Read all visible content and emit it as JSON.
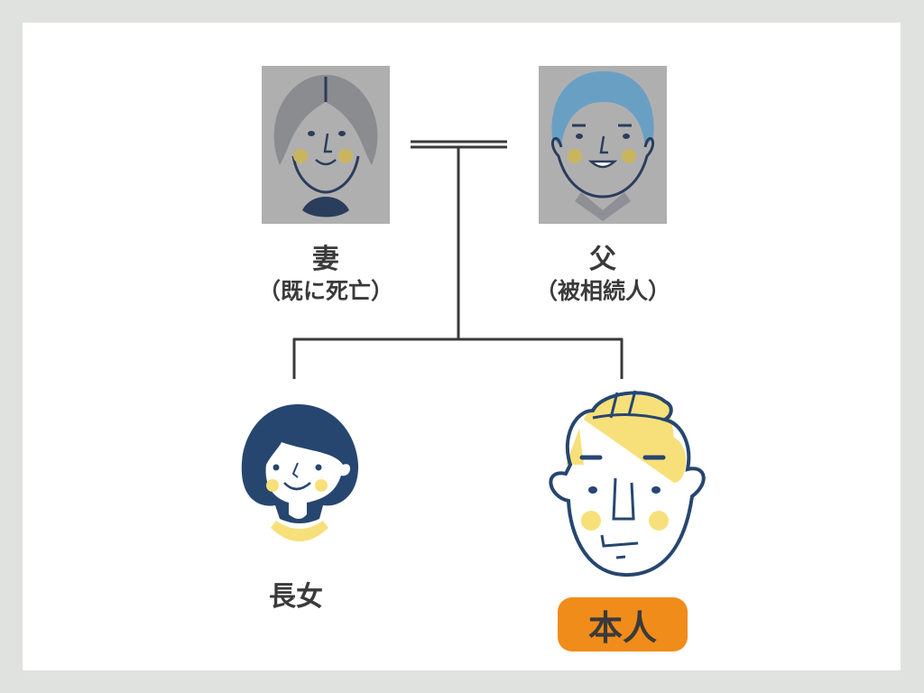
{
  "people": {
    "wife": {
      "name": "妻",
      "note": "（既に死亡）"
    },
    "father": {
      "name": "父",
      "note": "（被相続人）"
    },
    "daughter": {
      "name": "長女"
    },
    "self": {
      "name": "本人"
    }
  },
  "colors": {
    "badge": "#f08c1a",
    "line": "#3a3a3a",
    "navy": "#264670",
    "yellow": "#f7e07a"
  }
}
